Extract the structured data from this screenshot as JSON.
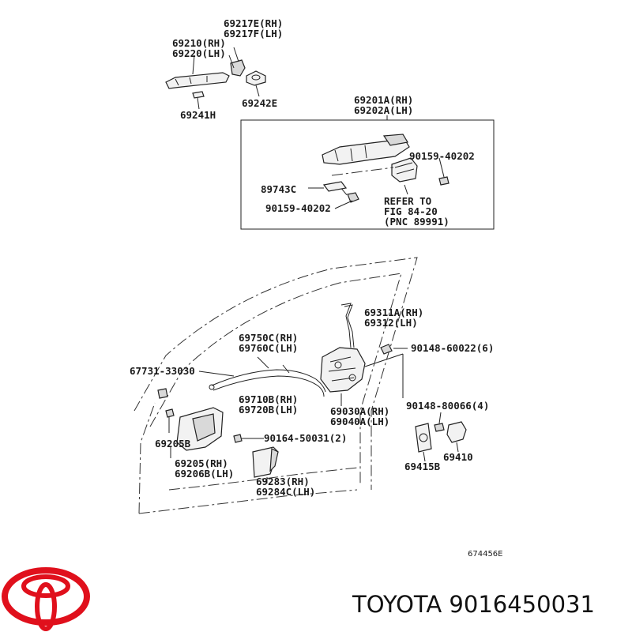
{
  "labels": {
    "p69217e": "69217E(RH)",
    "p69217f": "69217F(LH)",
    "p69210": "69210(RH)",
    "p69220": "69220(LH)",
    "p69242e": "69242E",
    "p69241h": "69241H",
    "p69201a": "69201A(RH)",
    "p69202a": "69202A(LH)",
    "p90159a": "90159-40202",
    "p89743c": "89743C",
    "p90159b": "90159-40202",
    "refer1": "REFER TO",
    "refer2": "FIG 84-20",
    "refer3": "(PNC 89991)",
    "p69311a": "69311A(RH)",
    "p69312": "69312(LH)",
    "p90148a": "90148-60022(6)",
    "p69750c": "69750C(RH)",
    "p69760c": "69760C(LH)",
    "p67731": "67731-33030",
    "p69710b": "69710B(RH)",
    "p69720b": "69720B(LH)",
    "p90148b": "90148-80066(4)",
    "p69030a": "69030A(RH)",
    "p69040a": "69040A(LH)",
    "p69205b": "69205B",
    "p90164": "90164-50031(2)",
    "p69410": "69410",
    "p69205": "69205(RH)",
    "p69206b": "69206B(LH)",
    "p69415b": "69415B",
    "p69283": "69283(RH)",
    "p69284c": "69284C(LH)",
    "figno": "674456E"
  },
  "brand": {
    "caption": "TOYOTA 9016450031",
    "logo_color": "#e0101c"
  }
}
